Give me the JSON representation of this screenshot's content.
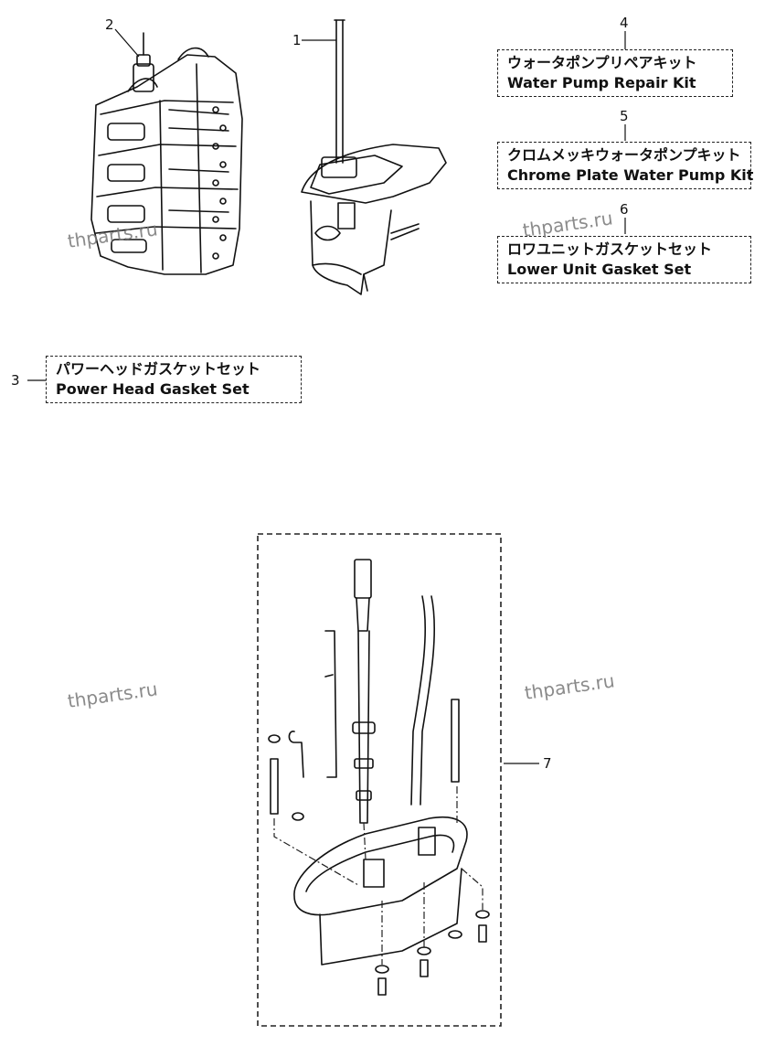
{
  "callouts": {
    "c1": "1",
    "c2": "2",
    "c3": "3",
    "c4": "4",
    "c5": "5",
    "c6": "6",
    "c7": "7"
  },
  "kits": {
    "water_pump_repair": {
      "jp": "ウォータポンプリペアキット",
      "en": "Water Pump Repair Kit"
    },
    "chrome_water_pump": {
      "jp": "クロムメッキウォータポンプキット",
      "en": "Chrome Plate Water Pump Kit"
    },
    "lower_unit_gasket": {
      "jp": "ロワユニットガスケットセット",
      "en": "Lower Unit Gasket Set"
    },
    "power_head_gasket": {
      "jp": "パワーヘッドガスケットセット",
      "en": "Power Head Gasket Set"
    }
  },
  "watermarks": {
    "w1": "thparts.ru",
    "w2": "thparts.ru",
    "w3": "thparts.ru",
    "w4": "thparts.ru"
  },
  "colors": {
    "ink": "#111111",
    "watermark": "#777777",
    "background": "#ffffff"
  }
}
